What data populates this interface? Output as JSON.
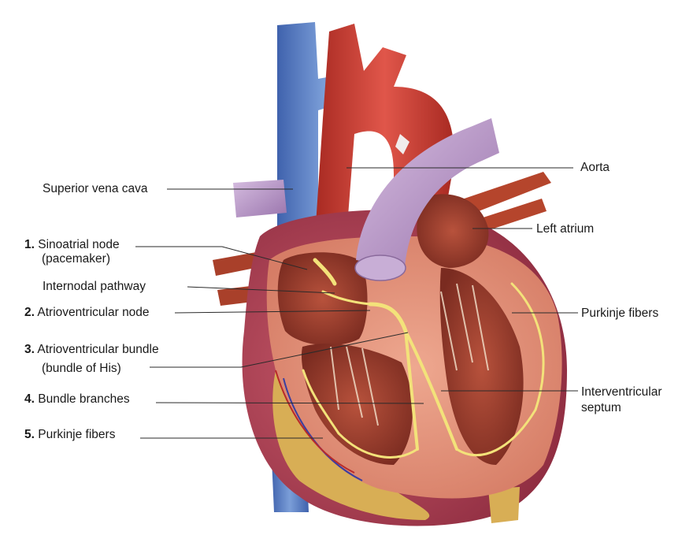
{
  "labels_left": [
    {
      "id": "svc",
      "text": "Superior vena cava"
    },
    {
      "id": "san",
      "number": "1.",
      "text": "Sinoatrial node",
      "line2": "(pacemaker)"
    },
    {
      "id": "inp",
      "text": "Internodal pathway"
    },
    {
      "id": "avn",
      "number": "2.",
      "text": "Atrioventricular node"
    },
    {
      "id": "avb",
      "number": "3.",
      "text": "Atrioventricular bundle",
      "line2": "(bundle of His)"
    },
    {
      "id": "bb",
      "number": "4.",
      "text": "Bundle branches"
    },
    {
      "id": "pfl",
      "number": "5.",
      "text": "Purkinje fibers"
    }
  ],
  "labels_right": [
    {
      "id": "aorta",
      "text": "Aorta"
    },
    {
      "id": "la",
      "text": "Left atrium"
    },
    {
      "id": "pfr",
      "text": "Purkinje fibers"
    },
    {
      "id": "ivs",
      "text": "Interventricular",
      "line2": "septum"
    }
  ],
  "colors": {
    "vein_blue": "#5b7fc4",
    "artery_red": "#c8352b",
    "pulmonary_purple": "#b896c8",
    "myocardium": "#e0907a",
    "outer_heart": "#b54356",
    "conduction_yellow": "#f3e27a",
    "fat": "#d9b45a"
  }
}
